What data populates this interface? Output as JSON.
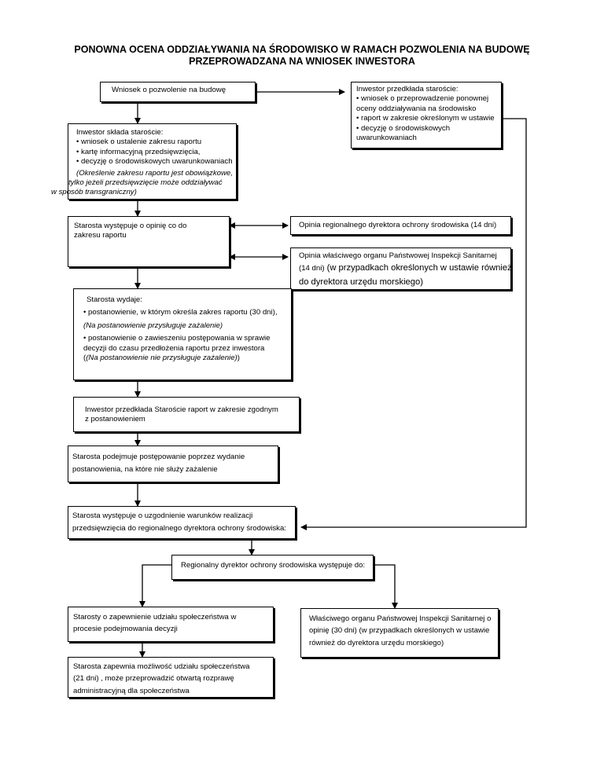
{
  "title": {
    "line1": "PONOWNA OCENA ODDZIAŁYWANIA NA ŚRODOWISKO W RAMACH POZWOLENIA NA BUDOWĘ",
    "line2": "PRZEPROWADZANA NA WNIOSEK INWESTORA"
  },
  "boxes": {
    "wniosek": {
      "text": "Wniosek o pozwolenie na budowę"
    },
    "inwestor_przedklada": {
      "lines": [
        "Inwestor przedkłada staroście:",
        "• wniosek o przeprowadzenie ponownej",
        "oceny oddziaływania na środowisko",
        "• raport w zakresie określonym w ustawie",
        "• decyzję o środowiskowych",
        "uwarunkowaniach"
      ]
    },
    "inwestor_sklada": {
      "lines": [
        "Inwestor składa staroście:",
        "• wniosek o ustalenie zakresu raportu",
        "• kartę informacyjną przedsięwzięcia,",
        "• decyzję o środowiskowych uwarunkowaniach"
      ],
      "note": [
        "(Określenie zakresu raportu jest obowiązkowe,",
        "tylko jeżeli przedsięwzięcie może oddziaływać",
        "w sposób transgraniczny)"
      ]
    },
    "starosta_opinia": {
      "lines": [
        "Starosta występuje o opinię co do",
        "zakresu raportu"
      ]
    },
    "opinia_rdos": {
      "text": "Opinia regionalnego dyrektora ochrony środowiska (14 dni)"
    },
    "opinia_pis": {
      "line1": "Opinia właściwego organu Państwowej Inspekcji Sanitarnej",
      "line2a": "(14 dni)",
      "line2b": " (w przypadkach określonych w ustawie również",
      "line3": "do dyrektora urzędu morskiego)"
    },
    "starosta_wydaje": {
      "head": "Starosta  wydaje:",
      "item1": "• postanowienie, w którym określa zakres raportu (30 dni),",
      "note1": "(Na postanowienie przysługuje zażalenie)",
      "item2a": "• postanowienie o zawieszeniu postępowania w sprawie",
      "item2b": "decyzji do czasu przedłożenia raportu przez inwestora",
      "note2": "(Na postanowienie nie przysługuje zażalenie)"
    },
    "inwestor_raport": {
      "lines": [
        "Inwestor przedkłada Staroście raport w zakresie zgodnym",
        "z postanowieniem"
      ]
    },
    "starosta_podejmuje": {
      "lines": [
        "Starosta podejmuje postępowanie poprzez wydanie",
        "postanowienia, na które nie służy zażalenie"
      ]
    },
    "starosta_uzgodnienie": {
      "lines": [
        "Starosta występuje o uzgodnienie warunków realizacji",
        "przedsięwzięcia do regionalnego dyrektora ochrony środowiska:"
      ]
    },
    "rdos_wystepuje": {
      "text": "Regionalny dyrektor ochrony środowiska występuje do:"
    },
    "starosty_zapewnienie": {
      "lines": [
        "Starosty o zapewnienie udziału społeczeństwa w",
        "procesie podejmowania decyzji"
      ]
    },
    "pis_opinia": {
      "lines": [
        "Właściwego organu Państwowej Inspekcji Sanitarnej o",
        "opinię (30 dni) (w przypadkach określonych w ustawie",
        "również do dyrektora urzędu morskiego)"
      ]
    },
    "starosta_zapewnia": {
      "lines": [
        "Starosta zapewnia możliwość udziału społeczeństwa",
        "(21 dni) , może przeprowadzić otwartą rozprawę",
        "administracyjną dla społeczeństwa"
      ]
    }
  }
}
